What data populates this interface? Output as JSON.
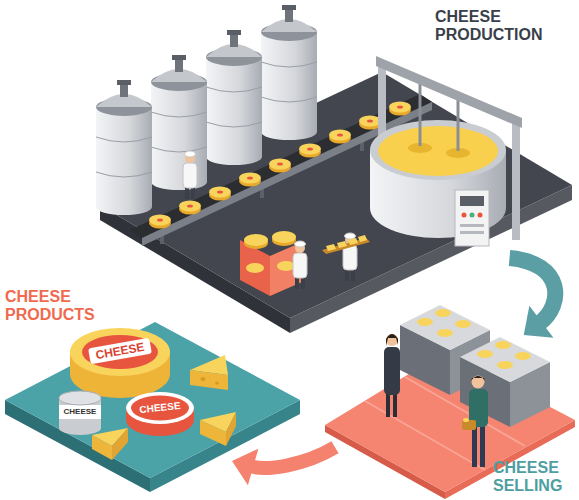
{
  "diagram": {
    "nodes": [
      {
        "text": [
          "CHEESE PRODUCTION"
        ]
      },
      {
        "text": [
          "CHEESE PRODUCTS"
        ]
      },
      {
        "text": [
          "CHEESE SELLING"
        ]
      }
    ],
    "edges": [
      {
        "from": 0,
        "to": 2,
        "arrow": "to"
      },
      {
        "from": 2,
        "to": 1,
        "arrow": "to"
      }
    ],
    "labels": [
      "CHEESE",
      "CHEESE",
      "CHEESE"
    ]
  }
}
